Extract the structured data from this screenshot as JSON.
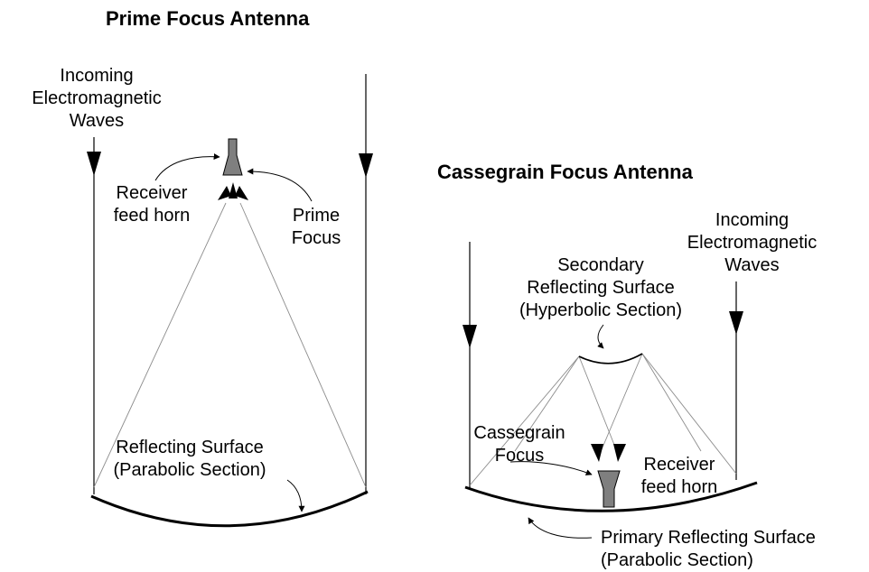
{
  "prime": {
    "title": "Prime Focus Antenna",
    "incoming": [
      "Incoming",
      "Electromagnetic",
      "Waves"
    ],
    "feed": [
      "Receiver",
      "feed horn"
    ],
    "focus": [
      "Prime",
      "Focus"
    ],
    "reflector": [
      "Reflecting Surface",
      "(Parabolic Section)"
    ]
  },
  "cassegrain": {
    "title": "Cassegrain Focus Antenna",
    "incoming": [
      "Incoming",
      "Electromagnetic",
      "Waves"
    ],
    "secondary": [
      "Secondary",
      "Reflecting Surface",
      "(Hyperbolic Section)"
    ],
    "focus": [
      "Cassegrain",
      "Focus"
    ],
    "feed": [
      "Receiver",
      "feed horn"
    ],
    "primary": [
      "Primary Reflecting Surface",
      "(Parabolic Section)"
    ]
  },
  "colors": {
    "ink": "#000000",
    "ray": "#8c8c8c",
    "horn": "#7f7f7f"
  }
}
